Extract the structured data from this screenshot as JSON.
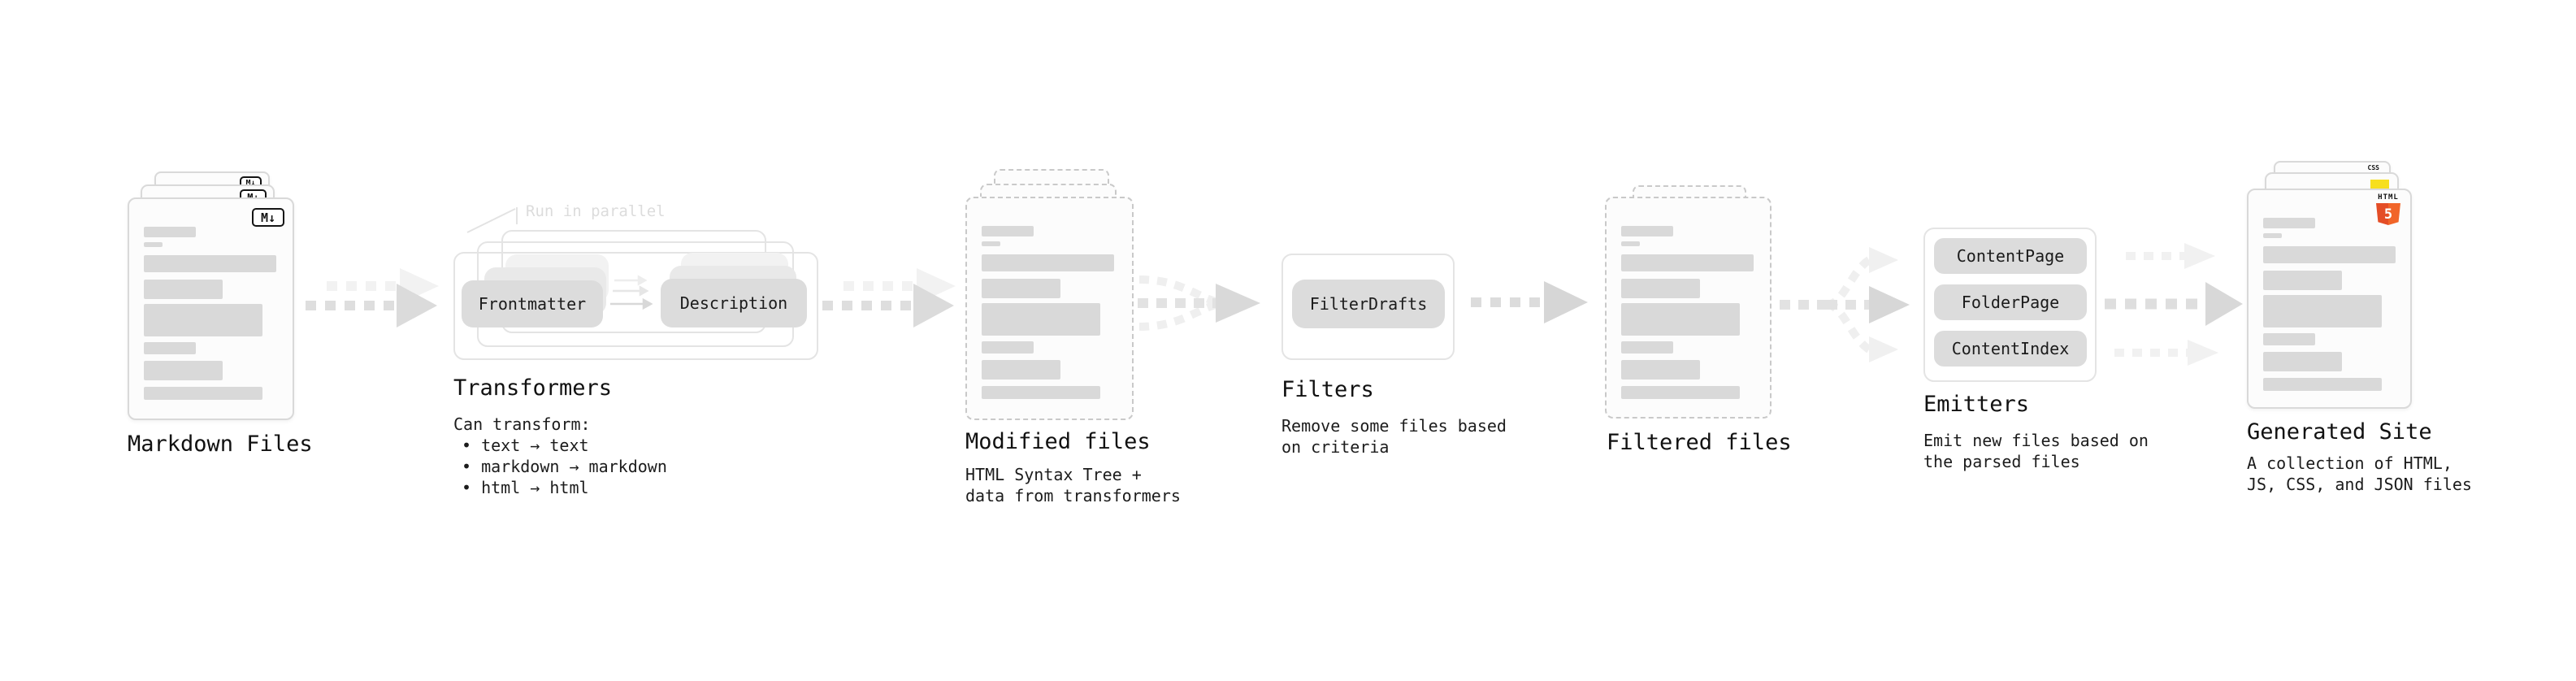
{
  "stages": {
    "markdown": {
      "title": "Markdown Files",
      "badge": "M↓"
    },
    "transformers": {
      "title": "Transformers",
      "annotation": "Run in parallel",
      "pill_frontmatter": "Frontmatter",
      "pill_description": "Description",
      "desc_heading": "Can transform:",
      "bullet_1": "• text → text",
      "bullet_2": "• markdown → markdown",
      "bullet_3": "• html → html"
    },
    "modified": {
      "title": "Modified files",
      "desc_1": "HTML Syntax Tree +",
      "desc_2": "data from transformers"
    },
    "filters": {
      "title": "Filters",
      "pill": "FilterDrafts",
      "desc_1": "Remove some files based",
      "desc_2": "on criteria"
    },
    "filtered": {
      "title": "Filtered files"
    },
    "emitters": {
      "title": "Emitters",
      "pill_1": "ContentPage",
      "pill_2": "FolderPage",
      "pill_3": "ContentIndex",
      "desc_1": "Emit new files based on",
      "desc_2": "the parsed files"
    },
    "generated": {
      "title": "Generated Site",
      "desc_1": "A collection of HTML,",
      "desc_2": "JS, CSS, and JSON files",
      "html5_label": "HTML",
      "html5_number": "5",
      "css_label": "CSS"
    }
  },
  "colors": {
    "html5_orange": "#e44d26",
    "js_yellow": "#f7df1e",
    "css_blue": "#2965f1",
    "skeleton_grey": "#d9d9d9",
    "pill_grey": "#dcdcdc",
    "arrow_grey": "#dcdcdc",
    "annotation_grey": "#dcdcdc",
    "text": "#111111"
  }
}
